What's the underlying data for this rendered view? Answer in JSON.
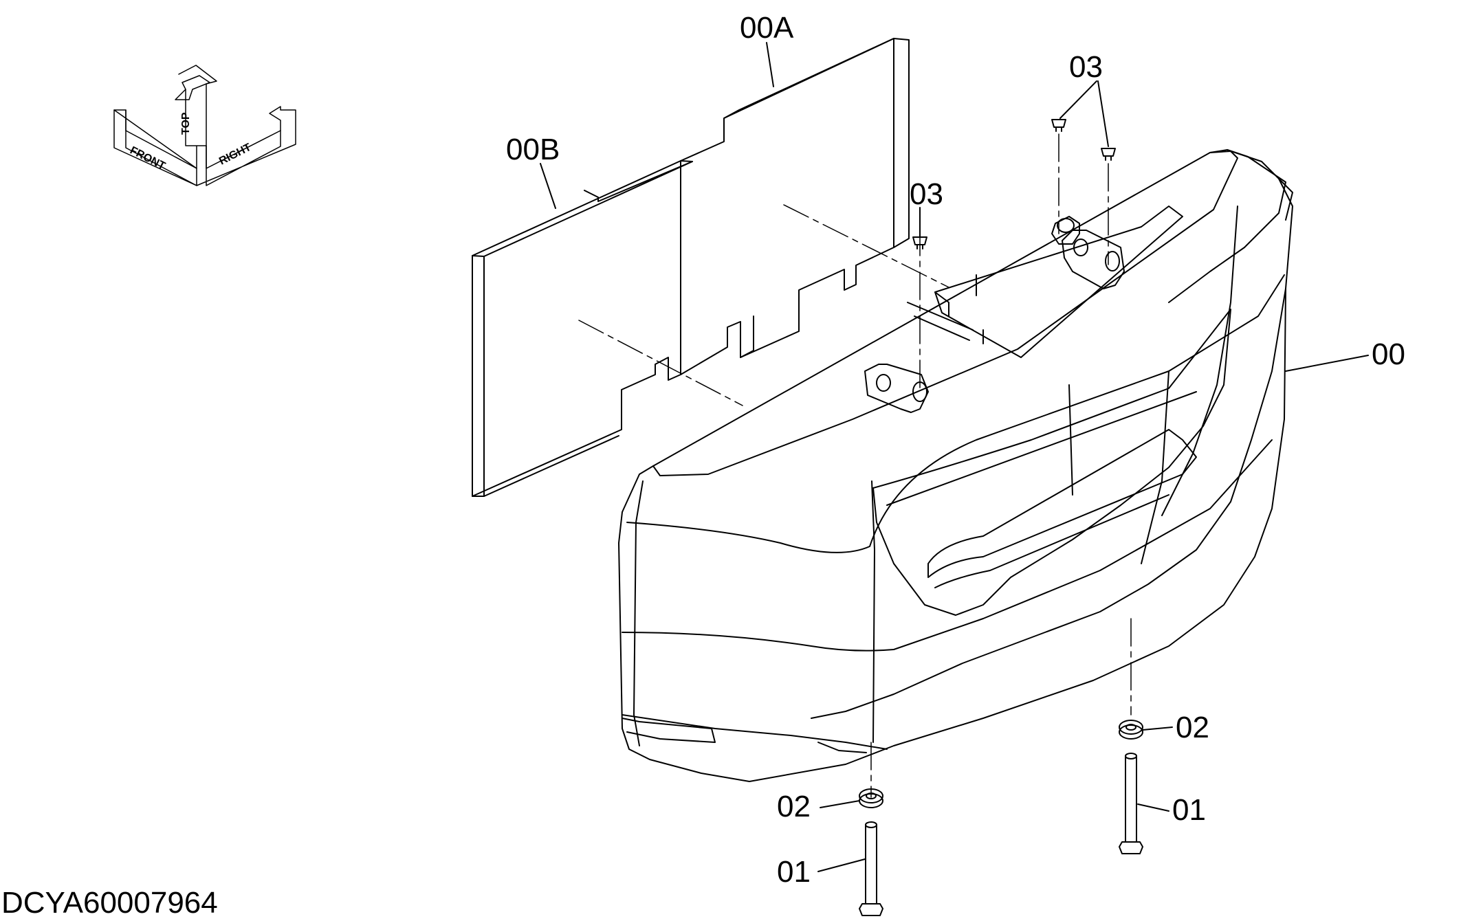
{
  "drawing": {
    "code": "DCYA60007964",
    "orientation": {
      "front": "FRONT",
      "top": "TOP",
      "right": "RIGHT"
    },
    "callouts": {
      "p00A": "00A",
      "p00B": "00B",
      "p03a": "03",
      "p03b": "03",
      "p00": "00",
      "p02a": "02",
      "p02b": "02",
      "p01a": "01",
      "p01b": "01"
    }
  },
  "colors": {
    "line": "#000000",
    "background": "#ffffff"
  }
}
